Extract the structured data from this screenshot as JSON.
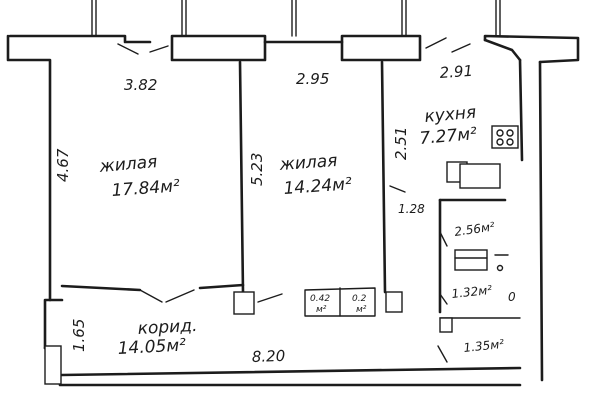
{
  "rooms": {
    "living1": {
      "name": "жилая",
      "area": "17.84м²"
    },
    "living2": {
      "name": "жилая",
      "area": "14.24м²"
    },
    "kitchen": {
      "name": "кухня",
      "area": "7.27м²"
    },
    "corridor": {
      "name": "корид.",
      "area": "14.05м²"
    },
    "bath": {
      "area": "2.56м²"
    },
    "wc": {
      "area": "1.32м²"
    },
    "storage": {
      "area": "1.35м²"
    },
    "closet1": {
      "area": "0.42",
      "unit": "м²"
    },
    "closet2": {
      "area": "0.2",
      "unit": "м²"
    }
  },
  "dimensions": {
    "living1_width": "3.82",
    "living2_width": "2.95",
    "kitchen_width": "2.91",
    "living1_depth": "4.67",
    "living2_depth": "5.23",
    "kitchen_depth": "2.51",
    "passage": "1.28",
    "corridor_depth": "1.65",
    "total_length": "8.20"
  },
  "wc_mark": "0"
}
